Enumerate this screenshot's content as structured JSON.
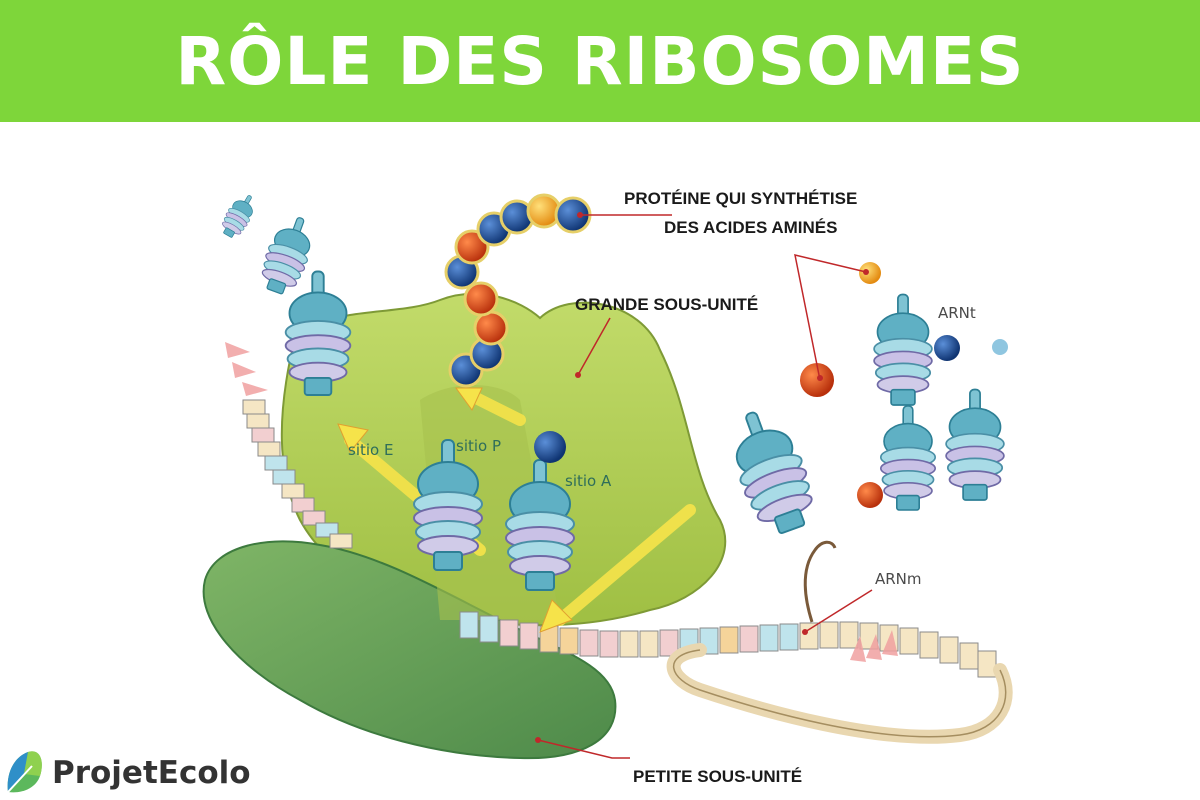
{
  "header": {
    "title": "RÔLE DES RIBOSOMES"
  },
  "labels": {
    "protein_line1": "PROTÉINE QUI SYNTHÉTISE",
    "protein_line2": "DES ACIDES AMINÉS",
    "large_subunit": "GRANDE SOUS-UNITÉ",
    "small_subunit": "PETITE SOUS-UNITÉ",
    "trna": "ARNt",
    "mrna": "ARNm",
    "site_e": "sitio E",
    "site_p": "sitio P",
    "site_a": "sitio A"
  },
  "logo": {
    "text": "ProjetEcolo"
  },
  "colors": {
    "banner": "#7ed63a",
    "large_subunit": "#b3cf55",
    "small_subunit": "#6aa35a",
    "trna": "#5fb0c4",
    "amino_blue": "#1a4f9c",
    "amino_orange": "#e0501a",
    "amino_yellow": "#f2b01e",
    "leader": "#c0282a"
  }
}
